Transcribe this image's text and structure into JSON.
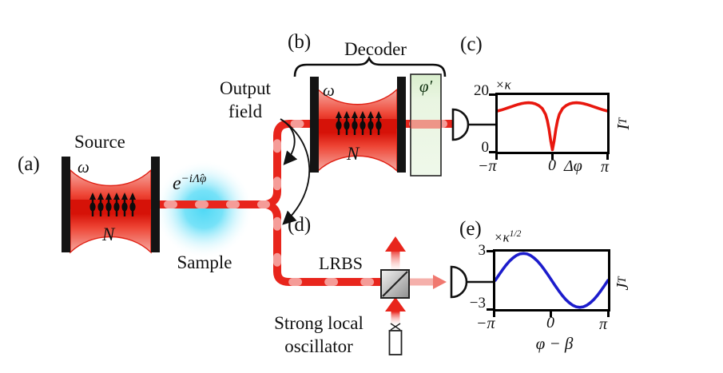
{
  "panels": {
    "a": "(a)",
    "b": "(b)",
    "c": "(c)",
    "d": "(d)",
    "e": "(e)"
  },
  "source": {
    "title": "Source",
    "omega": "ω",
    "atom_number": "N"
  },
  "sample": {
    "formula_base": "e",
    "formula_sup": "−iΛ̂φ",
    "label": "Sample"
  },
  "output_field": {
    "line1": "Output",
    "line2": "field"
  },
  "decoder": {
    "title": "Decoder",
    "omega": "ω",
    "atom_number": "N",
    "phase_plate": "φ′"
  },
  "homodyne": {
    "beamsplitter": "LRBS",
    "oscillator_line1": "Strong local",
    "oscillator_line2": "oscillator"
  },
  "colors": {
    "beam": "#e8251c",
    "sample_glow": "#45d6f4",
    "plate_fill": "#e7f3e0",
    "mirror": "#141414",
    "curve_c": "#e8170e",
    "curve_e": "#1c1ccc"
  },
  "chart_data": [
    {
      "id": "c",
      "type": "line",
      "color": "#e8170e",
      "scale_label": "×κ",
      "scale_sup": "",
      "ylabel_base": "I",
      "ylabel_sub": "T",
      "xlabel": "Δφ",
      "xtick_labels": [
        "−π",
        "0",
        "π"
      ],
      "ytick_labels": [
        "20",
        "0"
      ],
      "x_unit": "π",
      "xlim": [
        -1,
        1
      ],
      "ylim": [
        0,
        20
      ],
      "grid": false,
      "x": [
        -1,
        -0.9375,
        -0.875,
        -0.8125,
        -0.75,
        -0.6875,
        -0.625,
        -0.5625,
        -0.5,
        -0.4375,
        -0.375,
        -0.3125,
        -0.25,
        -0.1875,
        -0.125,
        -0.09375,
        -0.0625,
        -0.03125,
        0,
        0.03125,
        0.0625,
        0.09375,
        0.125,
        0.1875,
        0.25,
        0.3125,
        0.375,
        0.4375,
        0.5,
        0.5625,
        0.625,
        0.6875,
        0.75,
        0.8125,
        0.875,
        0.9375,
        1
      ],
      "y": [
        14.4,
        14.7,
        15.1,
        15.5,
        15.9,
        16.3,
        16.7,
        17.0,
        17.2,
        17.3,
        17.2,
        16.9,
        16.3,
        15.3,
        13.2,
        11.0,
        8.0,
        3.8,
        0.7,
        3.8,
        8.0,
        11.0,
        13.2,
        15.3,
        16.3,
        16.9,
        17.2,
        17.3,
        17.2,
        17.0,
        16.7,
        16.3,
        15.9,
        15.5,
        15.1,
        14.7,
        14.4
      ]
    },
    {
      "id": "e",
      "type": "line",
      "color": "#1c1ccc",
      "scale_label": "×κ",
      "scale_sup": "1/2",
      "ylabel_base": "J",
      "ylabel_sub": "T",
      "xlabel": "φ − β",
      "xtick_labels": [
        "−π",
        "0",
        "π"
      ],
      "ytick_labels": [
        "3",
        "−3"
      ],
      "x_unit": "π",
      "xlim": [
        -1,
        1
      ],
      "ylim": [
        -3.2,
        3.2
      ],
      "grid": false,
      "x": [
        -1,
        -0.9375,
        -0.875,
        -0.8125,
        -0.75,
        -0.6875,
        -0.625,
        -0.5625,
        -0.5,
        -0.4375,
        -0.375,
        -0.3125,
        -0.25,
        -0.1875,
        -0.125,
        -0.0625,
        0,
        0.0625,
        0.125,
        0.1875,
        0.25,
        0.3125,
        0.375,
        0.4375,
        0.5,
        0.5625,
        0.625,
        0.6875,
        0.75,
        0.8125,
        0.875,
        0.9375,
        1
      ],
      "y": [
        0,
        0.59,
        1.15,
        1.67,
        2.12,
        2.49,
        2.77,
        2.94,
        3,
        2.94,
        2.77,
        2.49,
        2.12,
        1.67,
        1.15,
        0.59,
        0,
        -0.59,
        -1.15,
        -1.67,
        -2.12,
        -2.49,
        -2.77,
        -2.94,
        -3,
        -2.94,
        -2.77,
        -2.49,
        -2.12,
        -1.67,
        -1.15,
        -0.59,
        0
      ]
    }
  ]
}
